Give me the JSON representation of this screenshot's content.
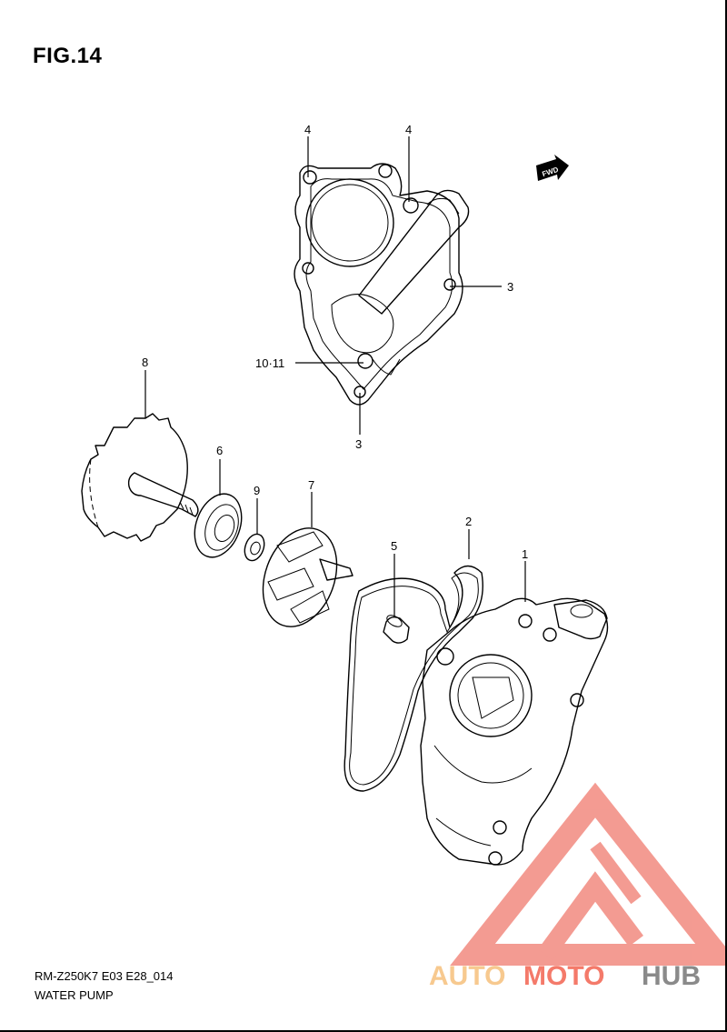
{
  "figure": {
    "title": "FIG.14",
    "model_code": "RM-Z250K7 E03 E28_014",
    "assembly_name": "WATER PUMP"
  },
  "direction_marker": "FWD",
  "callouts": [
    {
      "id": "c4a",
      "label": "4"
    },
    {
      "id": "c4b",
      "label": "4"
    },
    {
      "id": "c3a",
      "label": "3"
    },
    {
      "id": "c3b",
      "label": "3"
    },
    {
      "id": "c1011",
      "label": "10·11"
    },
    {
      "id": "c8",
      "label": "8"
    },
    {
      "id": "c6",
      "label": "6"
    },
    {
      "id": "c9",
      "label": "9"
    },
    {
      "id": "c7",
      "label": "7"
    },
    {
      "id": "c5",
      "label": "5"
    },
    {
      "id": "c2",
      "label": "2"
    },
    {
      "id": "c1",
      "label": "1"
    }
  ],
  "watermark": {
    "part1": "AUTO",
    "part2": "MOTO",
    "part3": "HUB",
    "colors": {
      "auto": "#f7c98f",
      "moto": "#f47a6a",
      "hub": "#8a8a8a",
      "triangle": "#f07a6e"
    }
  }
}
